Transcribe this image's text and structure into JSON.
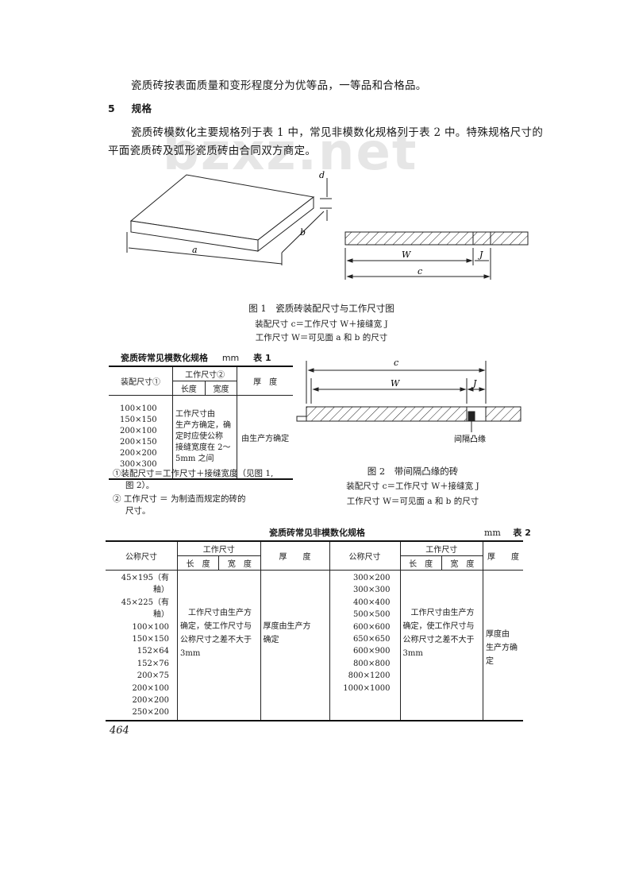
{
  "watermark": "bzxz.net",
  "para1": "瓷质砖按表面质量和变形程度分为优等品，一等品和合格品。",
  "section": {
    "num": "5",
    "title": "规格"
  },
  "para2_l1": "瓷质砖模数化主要规格列于表 1 中，常见非模数化规格列于表 2 中。特殊规格尺寸的",
  "para2_l2": "平面瓷质砖及弧形瓷质砖由合同双方商定。",
  "fig1": {
    "label_d": "d",
    "label_b": "b",
    "label_a": "a",
    "label_W": "W",
    "label_J": "J",
    "label_c": "c",
    "caption": "图 1　瓷质砖装配尺寸与工作尺寸图",
    "note1": "装配尺寸 c＝工作尺寸 W＋接缝宽 J",
    "note2": "工作尺寸 W＝可见面 a 和 b 的尺寸"
  },
  "table1": {
    "title": "瓷质砖常见模数化规格",
    "unit": "mm",
    "num": "表 1",
    "h_assembly": "装配尺寸①",
    "h_work": "工作尺寸②",
    "h_length": "长度",
    "h_width": "宽度",
    "h_thick": "厚　度",
    "sizes": "100×100\n150×150\n200×100\n200×150\n200×200\n300×300",
    "work_desc": "工作尺寸由\n生产方确定，确\n定时应使公称\n接缝宽度在 2～\n5mm 之间",
    "thick_desc": "由生产方确定",
    "fn1_l1": "①装配尺寸＝工作尺寸＋接缝宽度（见图 1,",
    "fn1_l2": "图 2）。",
    "fn2_l1": "② 工作尺寸 ＝ 为制造而规定的砖的",
    "fn2_l2": "尺寸。"
  },
  "fig2": {
    "label_c": "c",
    "label_W": "W",
    "label_J": "J",
    "label_spacer": "间隔凸缘",
    "caption": "图 2　带间隔凸缘的砖",
    "note1": "装配尺寸 c＝工作尺寸 W＋接缝宽 J",
    "note2": "工作尺寸 W＝可见面 a 和 b 的尺寸"
  },
  "table2": {
    "title": "瓷质砖常见非模数化规格",
    "unit": "mm",
    "num": "表 2",
    "h_nominal": "公称尺寸",
    "h_work": "工作尺寸",
    "h_length": "长　度",
    "h_width": "宽　度",
    "h_thick": "厚　　度",
    "left_sizes": "45×195（有釉）\n45×225（有釉）\n100×100\n150×150\n152×64\n152×76\n200×75\n200×100\n200×200\n250×200",
    "left_work": "　工作尺寸由生产方\n确定，使工作尺寸与\n公称尺寸之差不大于\n3mm",
    "left_thick": "厚度由生产方\n确定",
    "right_sizes": "300×200\n300×300\n400×400\n500×500\n600×600\n650×650\n600×900\n800×800\n800×1200\n1000×1000",
    "right_work": "　工作尺寸由生产方\n确定，使工作尺寸与\n公称尺寸之差不大于\n3mm",
    "right_thick": "厚度由\n生产方确\n定"
  },
  "page_number": "464"
}
